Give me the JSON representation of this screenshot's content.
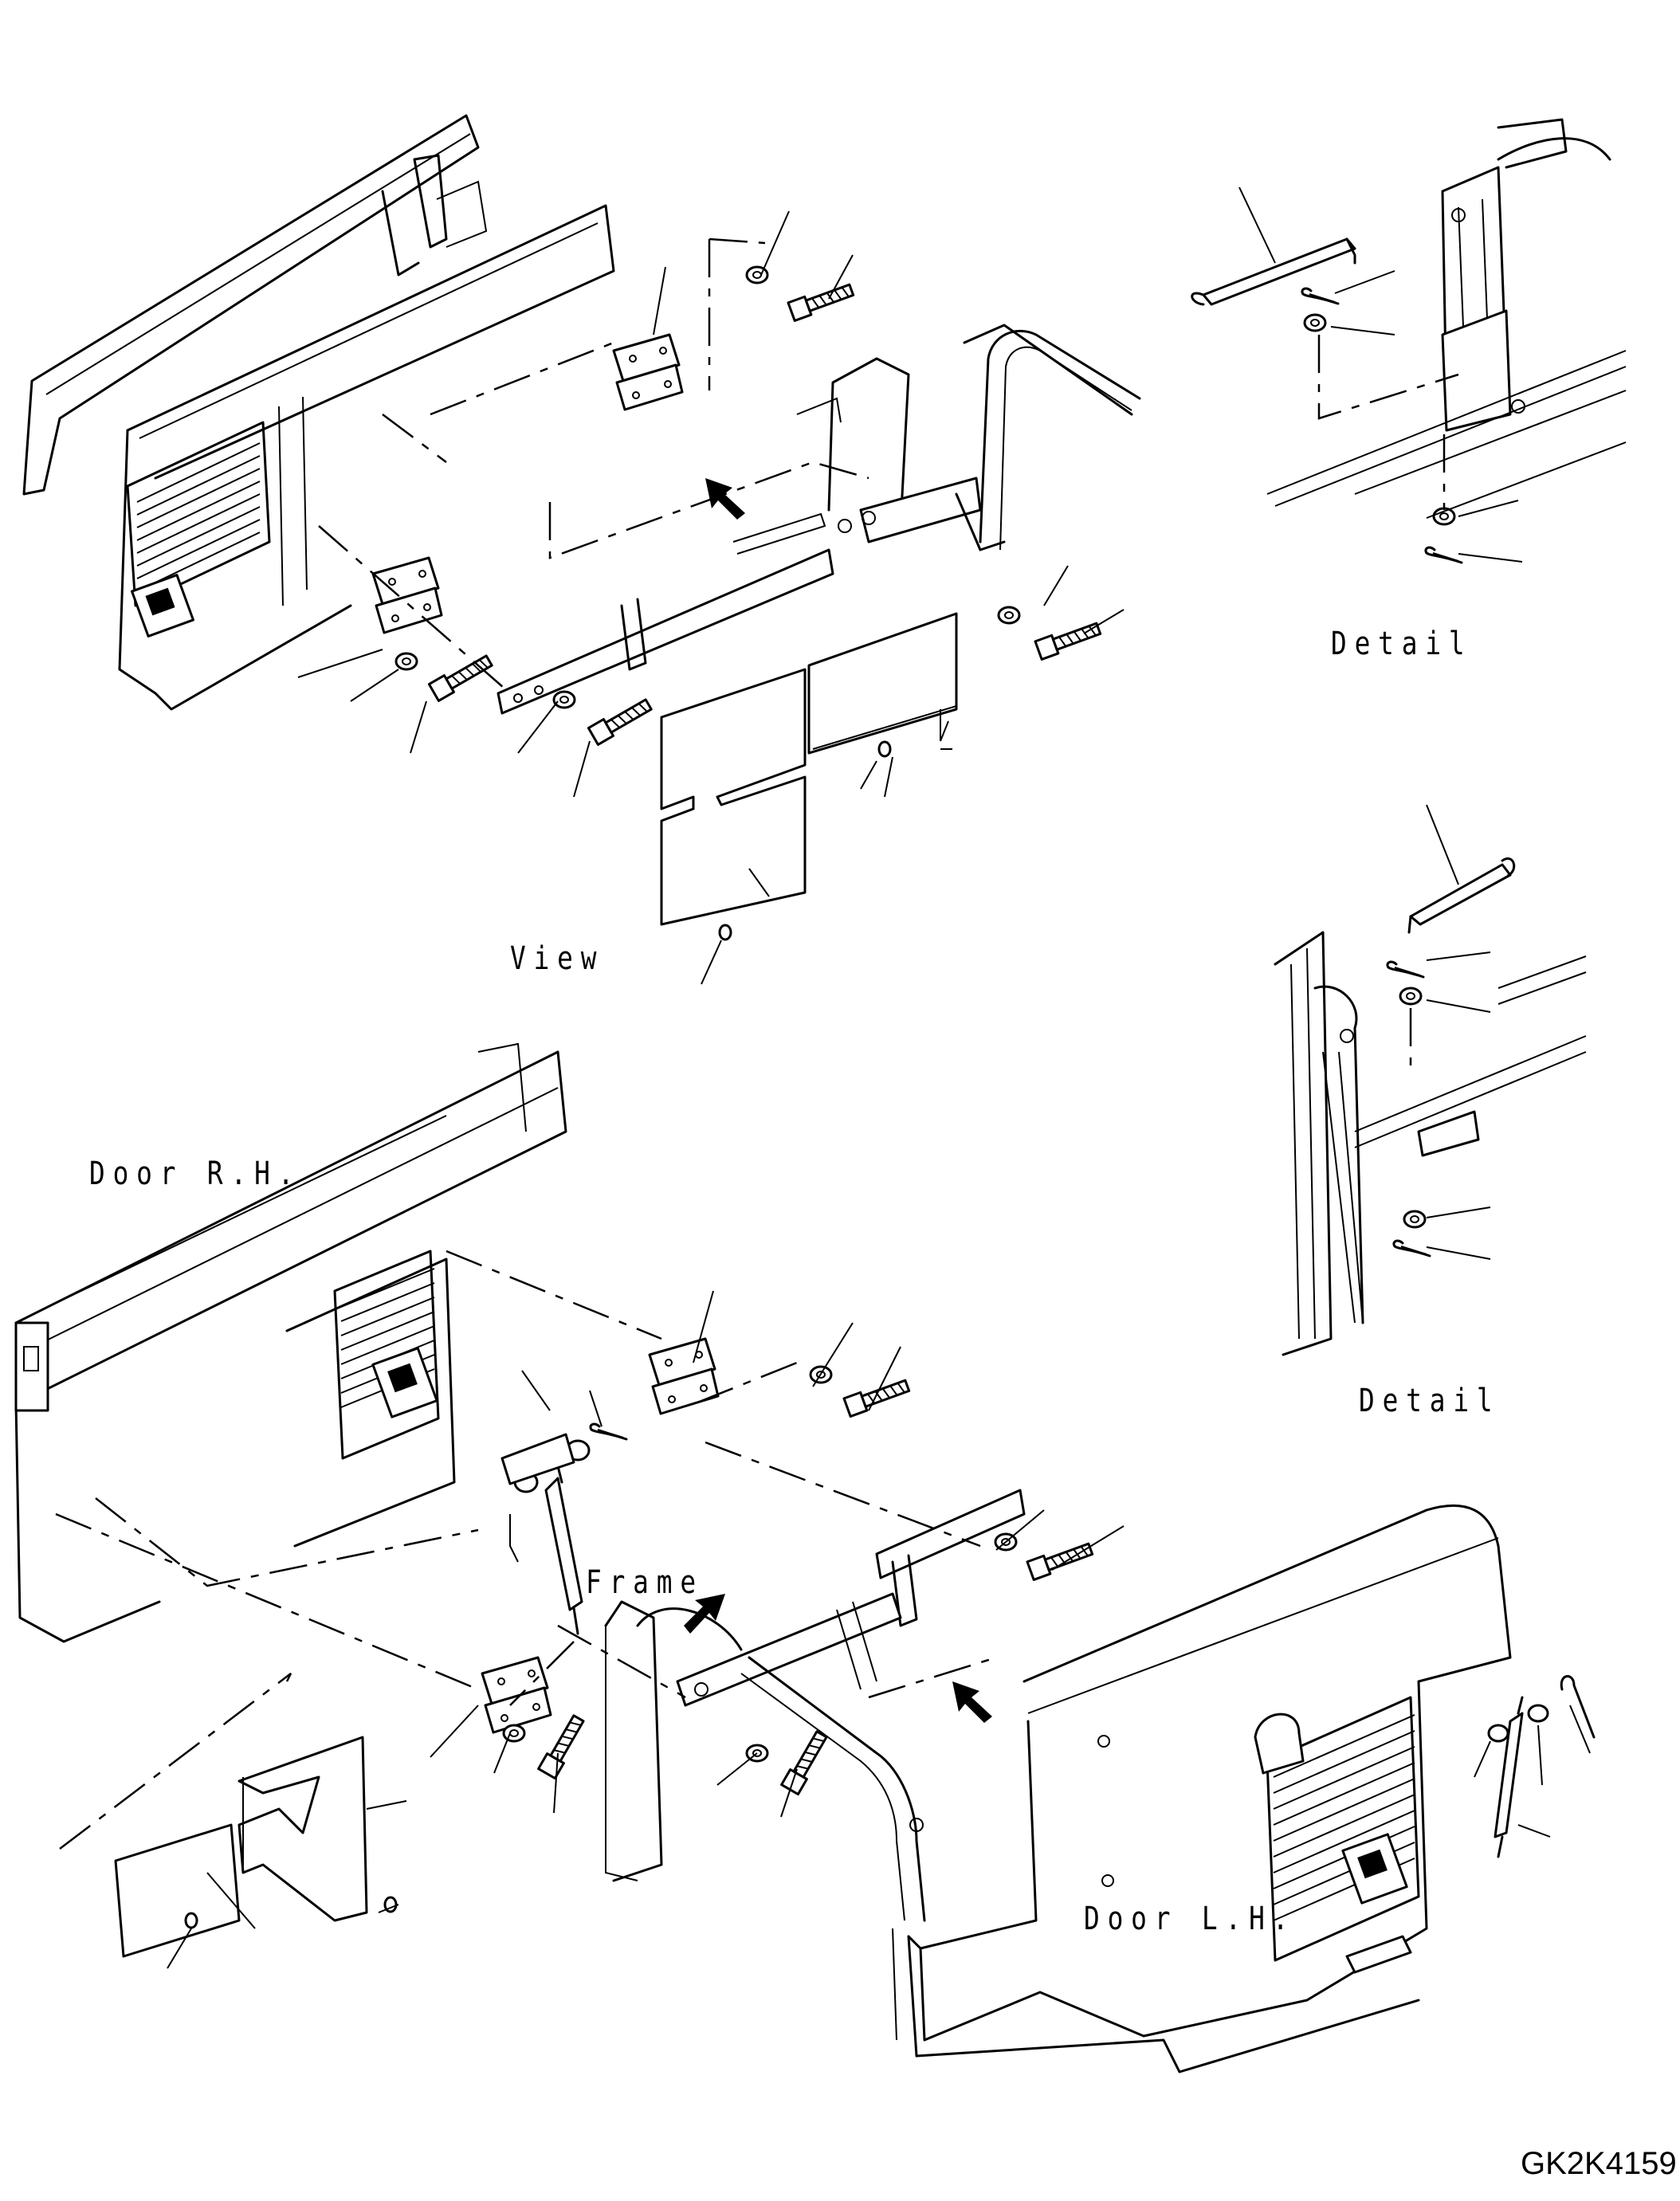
{
  "labels": {
    "view": "View",
    "detail_top": "Detail",
    "detail_bottom": "Detail",
    "door_rh": "Door R.H.",
    "door_lh": "Door L.H.",
    "frame": "Frame"
  },
  "drawing_code": "GK2K4159",
  "icons": {
    "arrow": "view-direction-arrow-icon",
    "bolt": "bolt-icon",
    "washer": "washer-icon",
    "pin": "cotter-pin-icon",
    "hinge": "hinge-icon",
    "gas_spring": "gas-spring-icon",
    "stay_rod": "stay-rod-icon",
    "seal": "seal-pad-icon"
  }
}
